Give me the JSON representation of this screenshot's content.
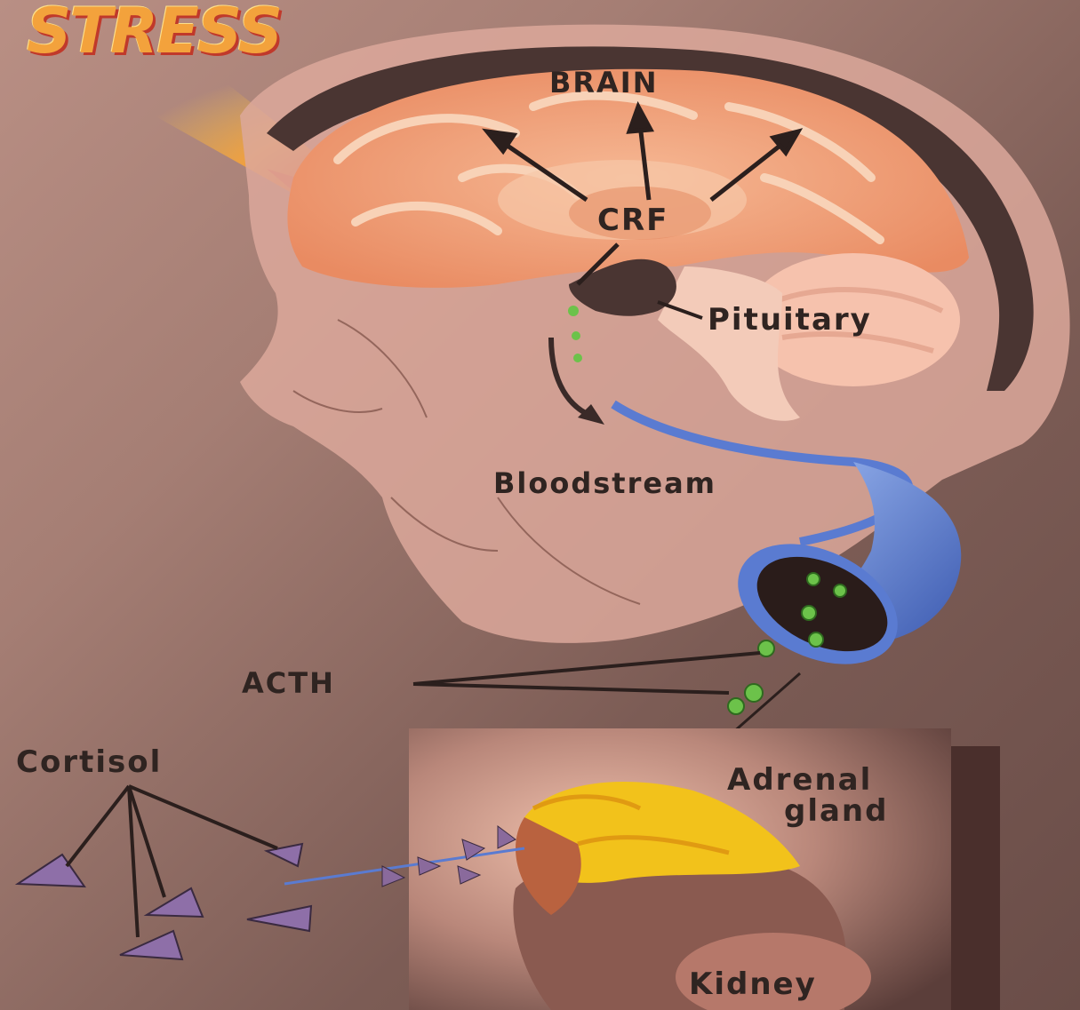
{
  "title": "STRESS",
  "labels": {
    "brain": "BRAIN",
    "crf": "CRF",
    "pituitary": "Pituitary",
    "bloodstream": "Bloodstream",
    "acth": "ACTH",
    "cortisol": "Cortisol",
    "adrenal_line1": "Adrenal",
    "adrenal_line2": "gland",
    "kidney": "Kidney"
  },
  "colors": {
    "background": "#a57e74",
    "title": "#f3a23c",
    "brain": "#f0a07a",
    "vessel": "#5a7bd1",
    "hormone": "#6cc24a",
    "adrenal": "#f2c21b",
    "cortisol_marker": "#8a6a9c",
    "stress_ray": "#e4573a"
  }
}
